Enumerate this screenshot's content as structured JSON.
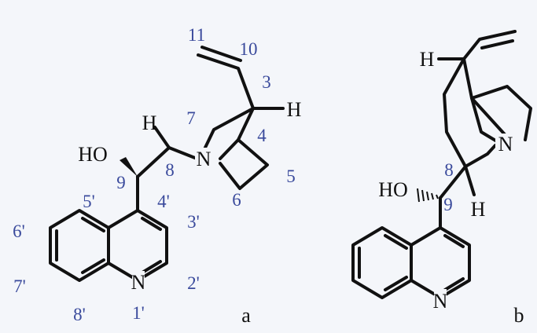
{
  "molecule_a": {
    "atoms": {
      "H": "H",
      "H3": "H",
      "HO": "HO",
      "N": "N",
      "N1": "N"
    },
    "numbers": {
      "n11": "11",
      "n10": "10",
      "n3": "3",
      "n7": "7",
      "n4": "4",
      "n8": "8",
      "n9": "9",
      "n5": "5",
      "n6": "6",
      "n5p": "5'",
      "n4p": "4'",
      "n3p": "3'",
      "n6p": "6'",
      "n7p": "7'",
      "n2p": "2'",
      "n8p": "8'",
      "n1p": "1'"
    },
    "panel_label": "a"
  },
  "molecule_b": {
    "atoms": {
      "Htop": "H",
      "N": "N",
      "HO": "HO",
      "H9": "H",
      "N1": "N"
    },
    "numbers": {
      "n8": "8",
      "n9": "9"
    },
    "panel_label": "b"
  },
  "colors": {
    "bond": "#111111",
    "locant": "#3a4a9c",
    "background": "#f4f6fa"
  }
}
